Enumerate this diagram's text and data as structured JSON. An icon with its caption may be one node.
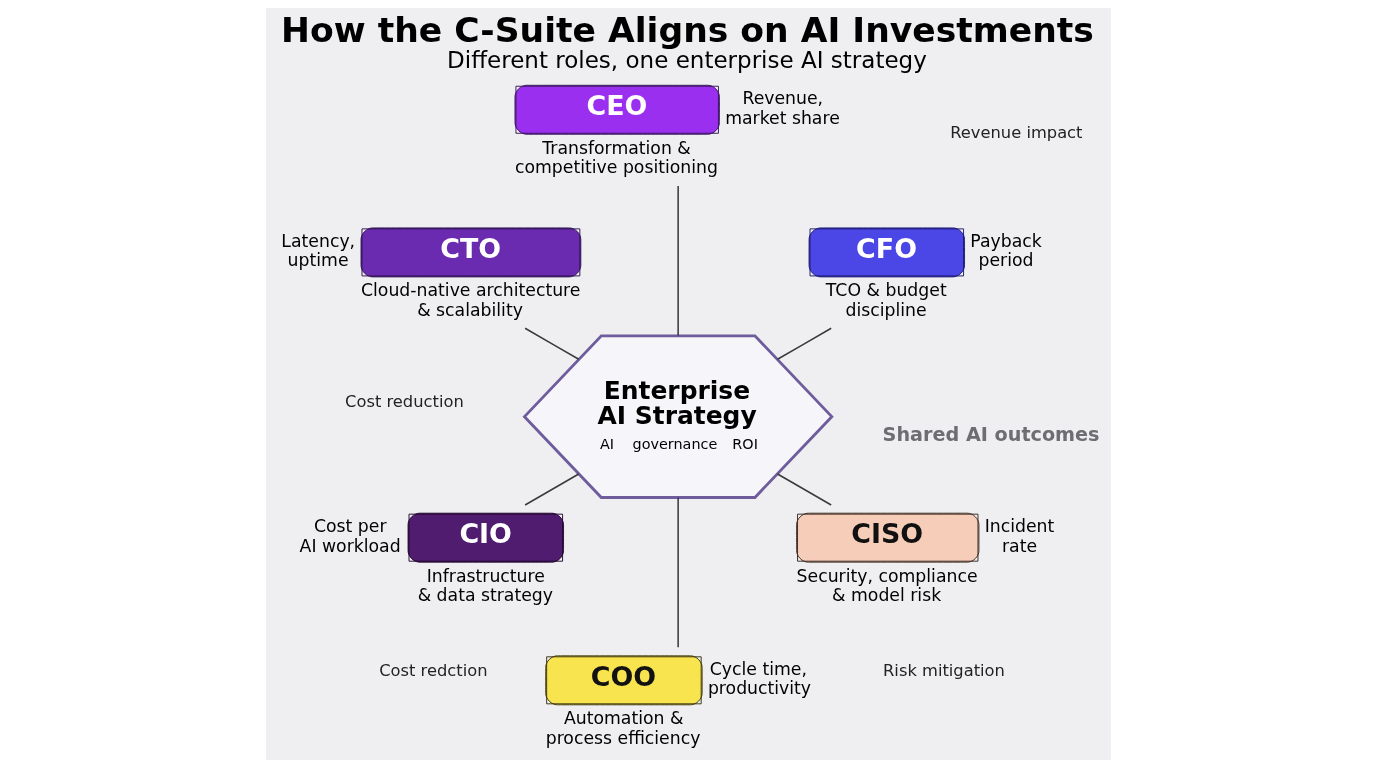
{
  "diagram": {
    "title": "How the C-Suite Aligns on AI Investments",
    "caption": "Different roles, one enterprise AI strategy",
    "nodes": [
      {
        "text": [
          "CEO"
        ],
        "beside": [
          "Transformation & competitive positioning",
          "Revenue, market share"
        ]
      },
      {
        "text": [
          "CTO"
        ],
        "beside": [
          "Cloud-native architecture & scalability",
          "Latency, uptime"
        ]
      },
      {
        "text": [
          "Enterprise AI Strategy",
          "AI",
          "governance",
          "ROI"
        ]
      },
      {
        "text": [
          "CFO"
        ],
        "beside": [
          "TCO & budget discipline",
          "Payback period"
        ]
      },
      {
        "text": [
          "CIO"
        ],
        "beside": [
          "Infrastructure & data strategy",
          "Cost per AI workload"
        ]
      },
      {
        "text": [
          "CISO"
        ],
        "beside": [
          "Security, compliance & model risk",
          "Incident rate"
        ]
      },
      {
        "text": [
          "COO"
        ],
        "beside": [
          "Automation & process efficiency",
          "Cycle time, productivity"
        ]
      }
    ],
    "edges": [
      {
        "from": 2,
        "to": 0,
        "arrow": "none"
      },
      {
        "from": 2,
        "to": 3,
        "arrow": "none"
      },
      {
        "from": 2,
        "to": 5,
        "arrow": "none"
      },
      {
        "from": 2,
        "to": 6,
        "arrow": "none"
      },
      {
        "from": 2,
        "to": 4,
        "arrow": "none"
      },
      {
        "from": 2,
        "to": 1,
        "arrow": "none"
      }
    ],
    "labels": [
      "Shared AI outcomes",
      "Cost redction",
      "Revenue impact",
      "Cost reduction",
      "Risk mitigation"
    ]
  }
}
